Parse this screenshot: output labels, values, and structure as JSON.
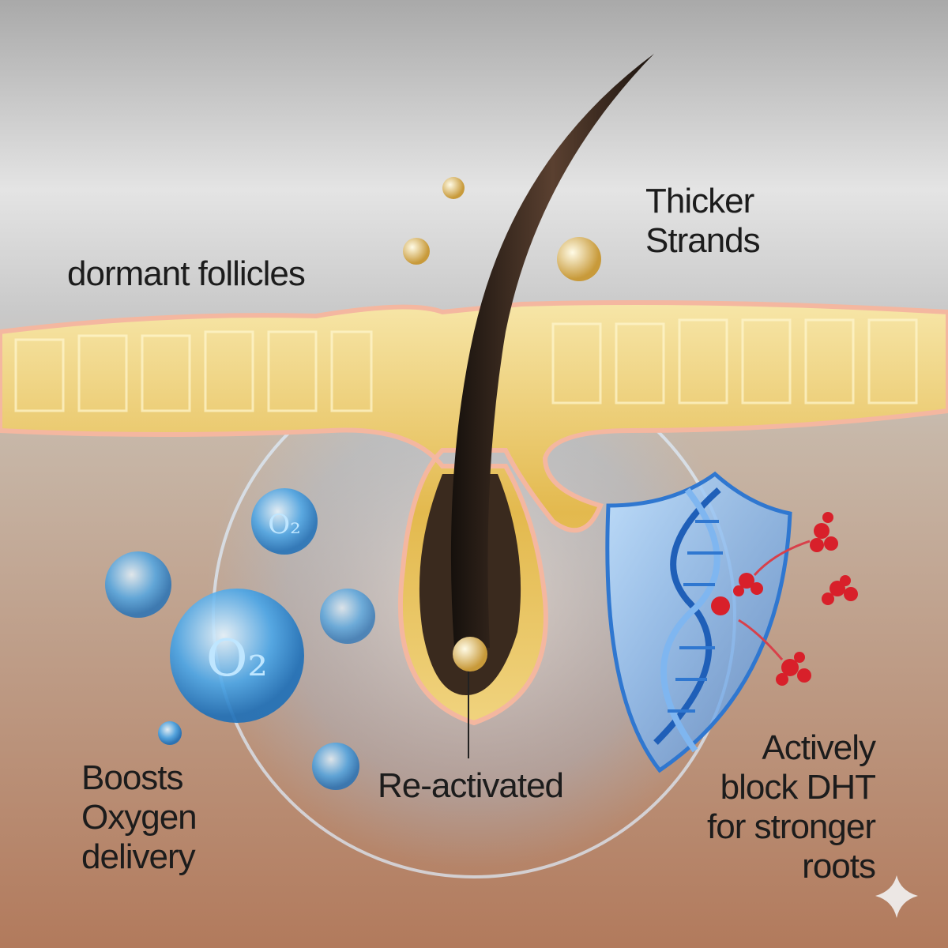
{
  "labels": {
    "dormant": "dormant follicles",
    "thicker": [
      "Thicker",
      "Strands"
    ],
    "oxygen": [
      "Boosts",
      "Oxygen",
      "delivery"
    ],
    "reactivated": "Re-activated",
    "dht": [
      "Actively",
      "block DHT",
      "for stronger",
      "roots"
    ]
  },
  "bubble_label": "O₂",
  "icons": [
    "oxygen-bubble",
    "hair-strand",
    "follicle",
    "dna-shield",
    "dht-molecule",
    "sparkle-watermark"
  ],
  "colors": {
    "skin_layer": "#e8c15a",
    "background_top": "#9a9a9a",
    "background_bottom": "#b07a5e",
    "glow": "#6fb8ff",
    "dht": "#d8202a",
    "hair": "#2a1e17"
  }
}
